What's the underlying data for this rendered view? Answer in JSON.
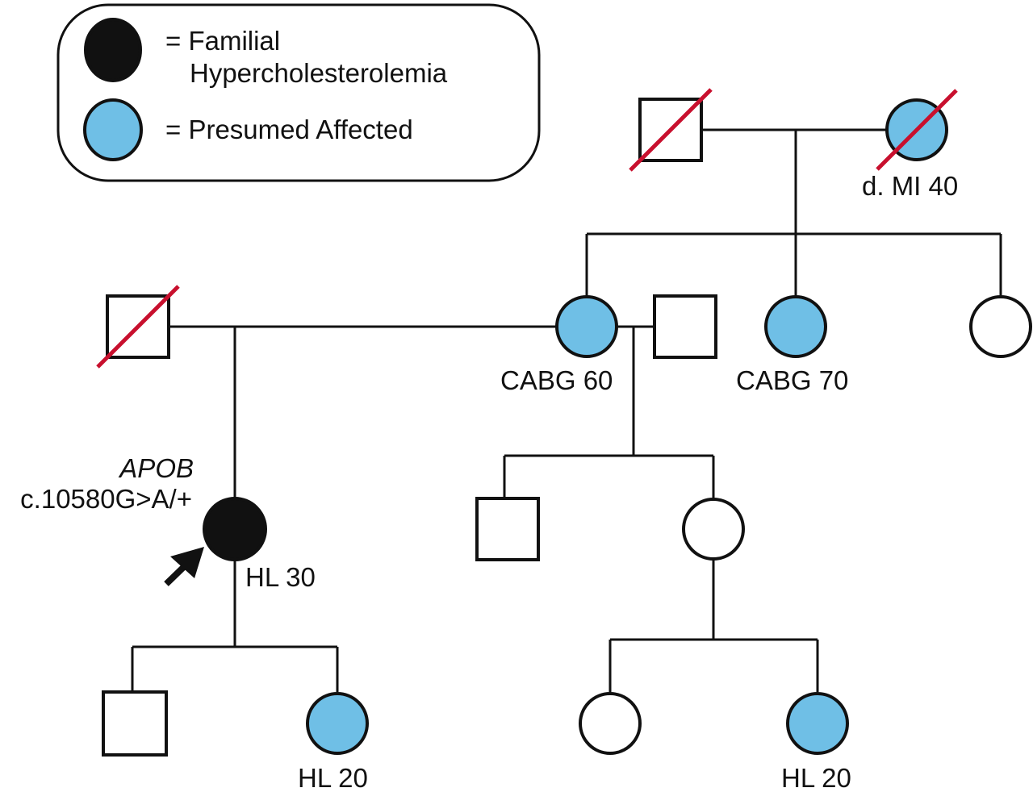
{
  "figure": {
    "type": "pedigree",
    "colors": {
      "affected": "#111111",
      "presumed_affected": "#6fbfe6",
      "unaffected": "#ffffff",
      "outline": "#111111",
      "deceased_slash": "#c8102e"
    }
  },
  "legend": {
    "items": [
      {
        "status": "affected",
        "label_line1": "= Familial",
        "label_line2": "Hypercholesterolemia"
      },
      {
        "status": "presumed_affected",
        "label_line1": "= Presumed Affected"
      }
    ]
  },
  "individuals": {
    "gen1_father": {
      "sex": "male",
      "status": "unaffected",
      "deceased": true,
      "label": ""
    },
    "gen1_mother": {
      "sex": "female",
      "status": "presumed_affected",
      "deceased": true,
      "label": "d. MI 40"
    },
    "gen2_ex_husband": {
      "sex": "male",
      "status": "unaffected",
      "deceased": true,
      "label": ""
    },
    "gen2_daughter1": {
      "sex": "female",
      "status": "presumed_affected",
      "deceased": false,
      "label": "CABG 60"
    },
    "gen2_husband": {
      "sex": "male",
      "status": "unaffected",
      "deceased": false,
      "label": ""
    },
    "gen2_daughter2": {
      "sex": "female",
      "status": "presumed_affected",
      "deceased": false,
      "label": "CABG 70"
    },
    "gen2_daughter3": {
      "sex": "female",
      "status": "unaffected",
      "deceased": false,
      "label": ""
    },
    "gen3_proband": {
      "sex": "female",
      "status": "affected",
      "deceased": false,
      "label": "HL 30",
      "genotype_gene": "APOB",
      "genotype_variant": "c.10580G>A/+",
      "proband": true
    },
    "gen3_son": {
      "sex": "male",
      "status": "unaffected",
      "deceased": false,
      "label": ""
    },
    "gen3_daughter": {
      "sex": "female",
      "status": "unaffected",
      "deceased": false,
      "label": ""
    },
    "gen4_son": {
      "sex": "male",
      "status": "unaffected",
      "deceased": false,
      "label": ""
    },
    "gen4_daughter": {
      "sex": "female",
      "status": "presumed_affected",
      "deceased": false,
      "label": "HL 20"
    },
    "gen4_granddaughter1": {
      "sex": "female",
      "status": "unaffected",
      "deceased": false,
      "label": ""
    },
    "gen4_granddaughter2": {
      "sex": "female",
      "status": "presumed_affected",
      "deceased": false,
      "label": "HL 20"
    }
  }
}
